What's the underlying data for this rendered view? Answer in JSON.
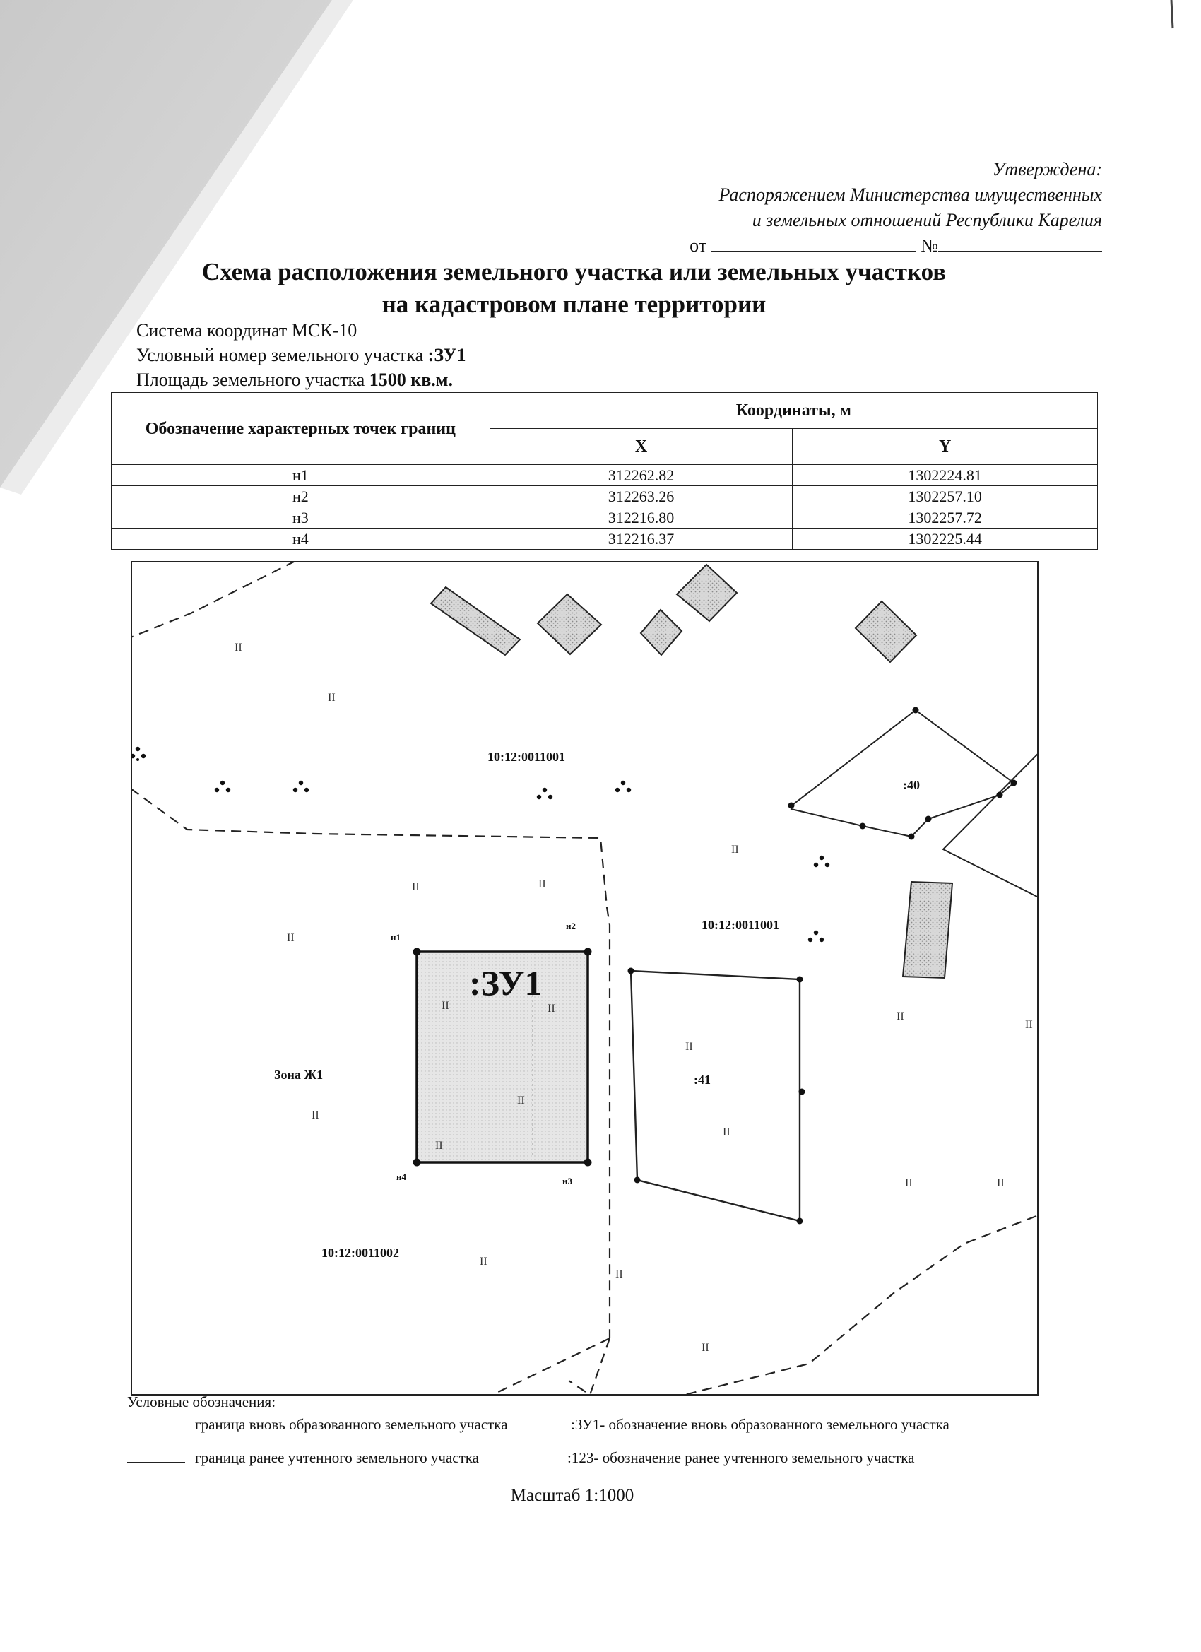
{
  "approval": {
    "line1": "Утверждена:",
    "line2": "Распоряжением Министерства имущественных",
    "line3": "и земельных отношений Республики Карелия",
    "from_label": "от",
    "number_label": "№"
  },
  "title": {
    "line1": "Схема расположения земельного участка или земельных участков",
    "line2": "на кадастровом плане территории"
  },
  "info": {
    "coord_system": "Система координат МСК-10",
    "parcel_number_label": "Условный номер земельного участка ",
    "parcel_number_value": ":ЗУ1",
    "area_label": "Площадь земельного участка ",
    "area_value": "1500 кв.м."
  },
  "table": {
    "point_header": "Обозначение характерных точек границ",
    "coords_header": "Координаты, м",
    "x_header": "X",
    "y_header": "Y",
    "rows": [
      {
        "point": "н1",
        "x": "312262.82",
        "y": "1302224.81"
      },
      {
        "point": "н2",
        "x": "312263.26",
        "y": "1302257.10"
      },
      {
        "point": "н3",
        "x": "312216.80",
        "y": "1302257.72"
      },
      {
        "point": "н4",
        "x": "312216.37",
        "y": "1302225.44"
      }
    ]
  },
  "map": {
    "block_north": "10:12:0011001",
    "block_east": "10:12:0011001",
    "block_south": "10:12:0011002",
    "zone": "Зона Ж1",
    "new_parcel": ":ЗУ1",
    "parcel_40": ":40",
    "parcel_41": ":41",
    "point_n1": "н1",
    "point_n2": "н2",
    "point_n3": "н3",
    "point_n4": "н4",
    "grass_mark": "II"
  },
  "legend": {
    "title": "Условные обозначения:",
    "new_boundary": "граница вновь образованного земельного участка",
    "new_code": ":ЗУ1- обозначение вновь образованного земельного участка",
    "old_boundary": "граница ранее учтенного земельного участка",
    "old_code": ":123-   обозначение ранее учтенного земельного участка"
  },
  "scale": "Масштаб 1:1000"
}
